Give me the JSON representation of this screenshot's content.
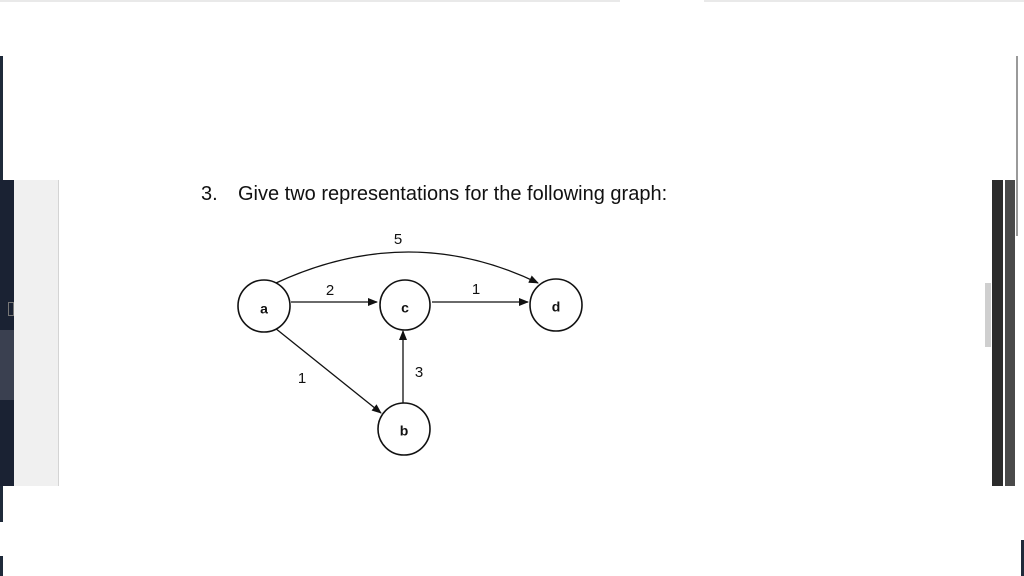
{
  "question": {
    "number": "3.",
    "text": "Give two representations for the following graph:"
  },
  "graph": {
    "nodes": [
      {
        "id": "a",
        "label": "a"
      },
      {
        "id": "c",
        "label": "c"
      },
      {
        "id": "d",
        "label": "d"
      },
      {
        "id": "b",
        "label": "b"
      }
    ],
    "edges": [
      {
        "from": "a",
        "to": "d",
        "weight": "5"
      },
      {
        "from": "a",
        "to": "c",
        "weight": "2"
      },
      {
        "from": "c",
        "to": "d",
        "weight": "1"
      },
      {
        "from": "a",
        "to": "b",
        "weight": "1"
      },
      {
        "from": "b",
        "to": "c",
        "weight": "3"
      }
    ]
  },
  "colors": {
    "ink": "#111111",
    "page_background": "#ffffff",
    "left_panel_dark": "#1a2233",
    "left_panel_light": "#f0f0f0",
    "scrollbar_dark": "#2b2b2b"
  }
}
